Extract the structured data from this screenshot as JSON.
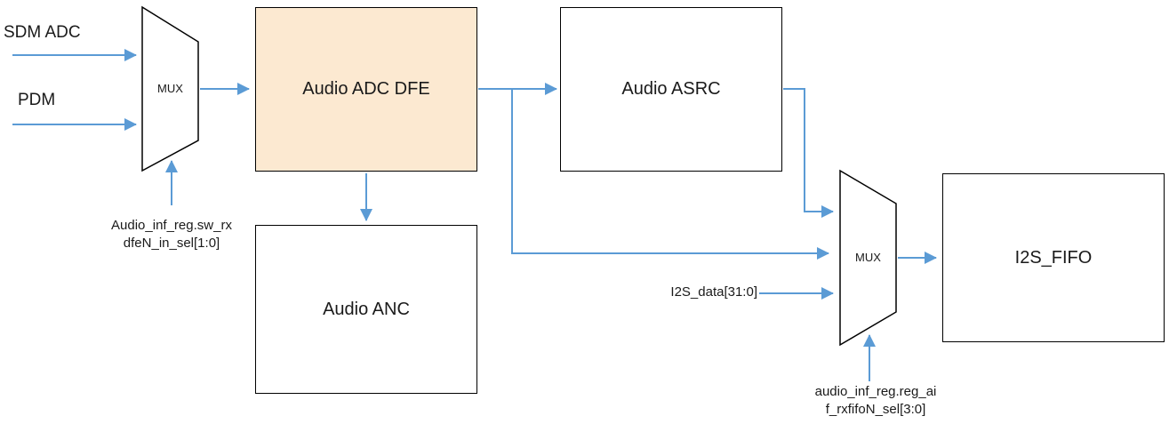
{
  "diagram": {
    "labels": {
      "sdm_adc": "SDM ADC",
      "pdm": "PDM",
      "i2s_data": "I2S_data[31:0]"
    },
    "blocks": {
      "adc_dfe": {
        "label": "Audio ADC DFE"
      },
      "anc": {
        "label": "Audio ANC"
      },
      "asrc": {
        "label": "Audio ASRC"
      },
      "i2s_fifo": {
        "label": "I2S_FIFO"
      }
    },
    "mux1": {
      "label": "MUX",
      "select_line1": "Audio_inf_reg.sw_rx",
      "select_line2": "dfeN_in_sel[1:0]"
    },
    "mux2": {
      "label": "MUX",
      "select_line1": "audio_inf_reg.reg_ai",
      "select_line2": "f_rxfifoN_sel[3:0]"
    },
    "colors": {
      "arrow": "#5B9BD5",
      "adc_dfe_fill": "#FCE9D1",
      "block_border": "#000000",
      "background": "#FFFFFF"
    }
  }
}
